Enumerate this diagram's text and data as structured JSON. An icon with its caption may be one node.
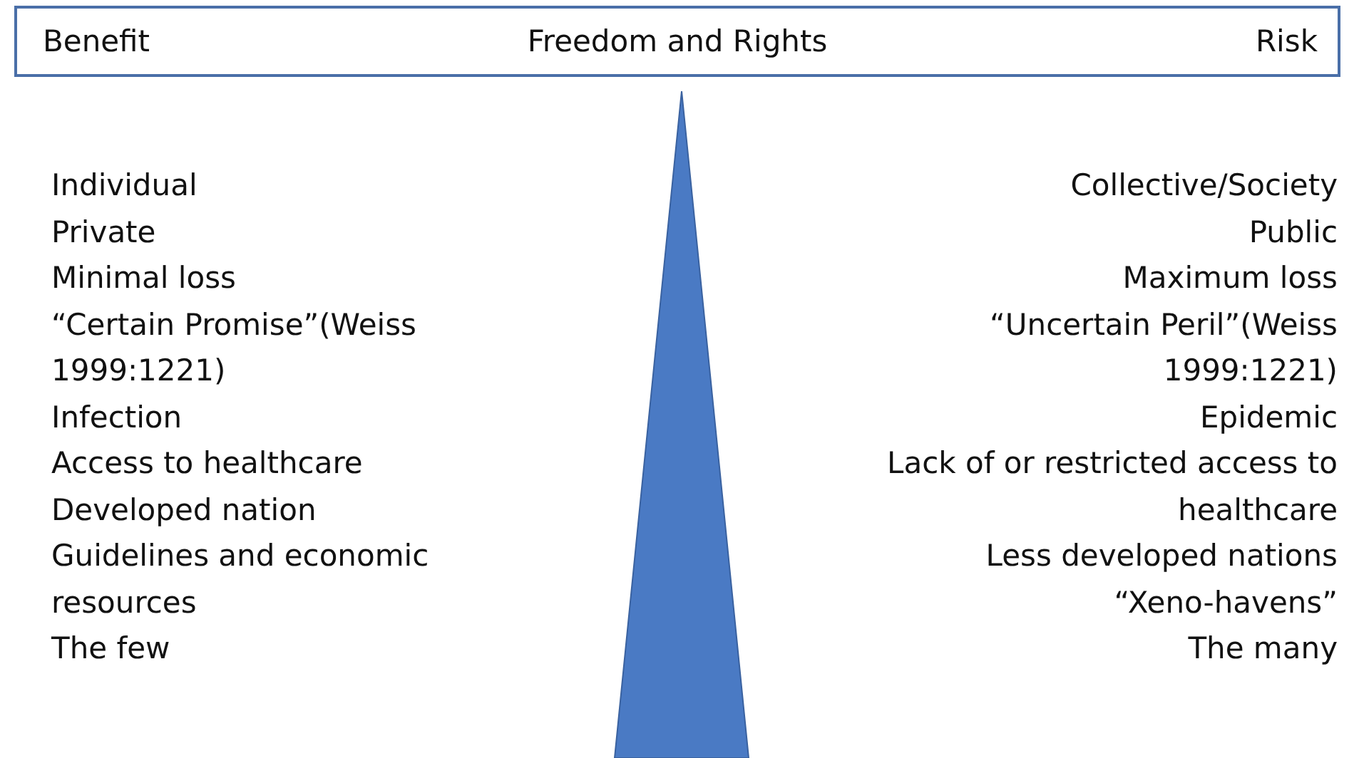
{
  "diagram": {
    "nodes": [
      {
        "text": [
          "Benefit",
          "Freedom and Rights",
          "Risk"
        ]
      }
    ],
    "edges": [],
    "labels": [
      "Individual",
      "Private",
      "Minimal loss",
      "“Certain Promise”(Weiss 1999:1221)",
      "Infection",
      "Access to healthcare",
      "Developed nation",
      "Guidelines and economic resources",
      "The few",
      "Collective/Society",
      "Public",
      "Maximum loss",
      "“Uncertain Peril”(Weiss 1999:1221)",
      "Epidemic",
      "Lack of or restricted access to healthcare",
      "Less developed nations",
      "“Xeno-havens”",
      "The many"
    ]
  }
}
